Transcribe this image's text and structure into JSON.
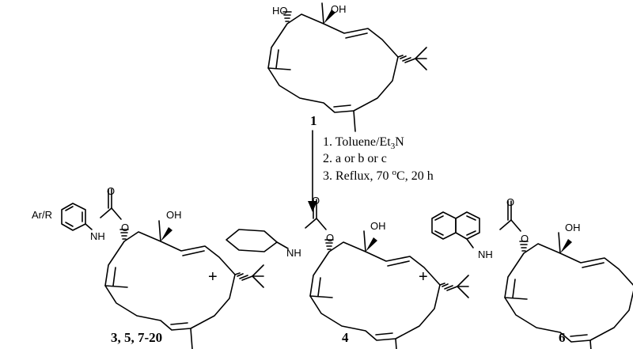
{
  "reactant": {
    "number": "1",
    "label_ho": "HO",
    "label_oh": "OH"
  },
  "conditions": {
    "step1_text": "1. Toluene/Et",
    "step1_sub": "3",
    "step1_tail": "N",
    "step2": "2. a or b or c",
    "step3_text": "3. Reflux, 70 ",
    "step3_sup": "o",
    "step3_tail": "C, 20 h"
  },
  "products": [
    {
      "number": "3, 5, 7-20",
      "label_substituent": "Ar/R",
      "label_nh": "NH",
      "label_o_carbonyl": "O",
      "label_o_ester": "O",
      "label_oh": "OH"
    },
    {
      "number": "4",
      "label_nh": "NH",
      "label_o_carbonyl": "O",
      "label_o_ester": "O",
      "label_oh": "OH"
    },
    {
      "number": "6",
      "label_nh": "NH",
      "label_o_carbonyl": "O",
      "label_o_ester": "O",
      "label_oh": "OH"
    }
  ],
  "plus_sign": "+"
}
